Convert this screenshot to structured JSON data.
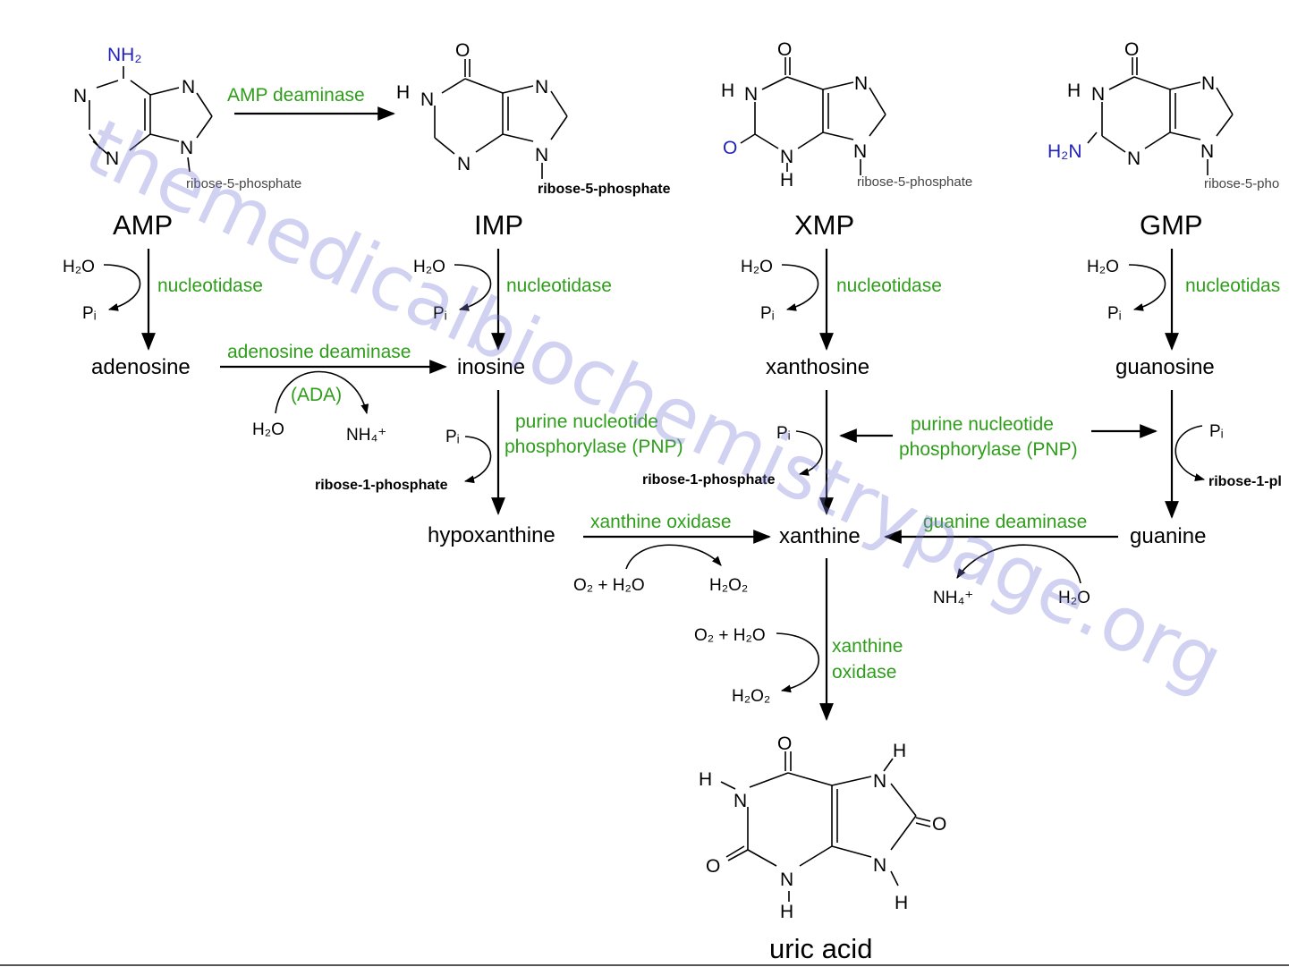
{
  "compounds": {
    "amp": "AMP",
    "imp": "IMP",
    "xmp": "XMP",
    "gmp": "GMP",
    "adenosine": "adenosine",
    "inosine": "inosine",
    "xanthosine": "xanthosine",
    "guanosine": "guanosine",
    "hypoxanthine": "hypoxanthine",
    "xanthine": "xanthine",
    "guanine": "guanine",
    "uric_acid": "uric acid"
  },
  "enzymes": {
    "amp_deaminase": "AMP deaminase",
    "nucleotidase": "nucleotidase",
    "nucleotidase_gmp": "nucleotidas",
    "adenosine_deaminase": "adenosine deaminase",
    "ada": "(ADA)",
    "pnp_line1": "purine nucleotide",
    "pnp_line2": "phosphorylase (PNP)",
    "xanthine_oxidase": "xanthine oxidase",
    "guanine_deaminase": "guanine deaminase",
    "xo_line1": "xanthine",
    "xo_line2": "oxidase"
  },
  "cofactors": {
    "h2o": "H₂O",
    "pi": "Pᵢ",
    "nh4": "NH₄⁺",
    "o2_h2o": "O₂ + H₂O",
    "h2o2": "H₂O₂",
    "ribose1p": "ribose-1-phosphate",
    "ribose1p_cut": "ribose-1-pl"
  },
  "structure_labels": {
    "ribose5p": "ribose-5-phosphate",
    "ribose5p_cut": "ribose-5-pho",
    "n": "N",
    "h": "H",
    "o": "O",
    "nh2": "NH₂",
    "h2n": "H₂N"
  },
  "watermark": "themedicalbiochemistrypage.org",
  "colors": {
    "enzyme_green": "#2e9e1a",
    "substituent_blue": "#2222bb",
    "watermark_purple": "#7b7bd6"
  }
}
